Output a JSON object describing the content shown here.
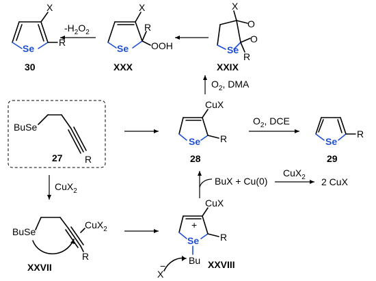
{
  "compounds": {
    "c30": {
      "label": "30",
      "x_sub": "X",
      "r_sub": "R",
      "se": "Se"
    },
    "cXXX": {
      "label": "XXX",
      "x_sub": "X",
      "r_sub": "R",
      "ooh": "OOH",
      "se": "Se"
    },
    "cXXIX": {
      "label": "XXIX",
      "x_sub": "X",
      "r_sub": "R",
      "o1": "O",
      "o2": "O",
      "se": "Se"
    },
    "c27": {
      "label": "27",
      "buse": "BuSe",
      "r_sub": "R"
    },
    "c28": {
      "label": "28",
      "cux": "CuX",
      "r_sub": "R",
      "se": "Se"
    },
    "c29": {
      "label": "29",
      "r_sub": "R",
      "se": "Se"
    },
    "cXXVII": {
      "label": "XXVII",
      "buse": "BuSe",
      "cux2": "CuX",
      "cux2_sub": "2",
      "r_sub": "R"
    },
    "cXXVIII": {
      "label": "XXVIII",
      "cux": "CuX",
      "r_sub": "R",
      "se": "Se",
      "plus": "+",
      "bu": "Bu",
      "x_minus": "X",
      "minus": "−"
    }
  },
  "reagents": {
    "minus_h2o2": "-H",
    "minus_h2o2_sub": "2",
    "minus_h2o2_o": "O",
    "minus_h2o2_sub2": "2",
    "o2_dma": "O",
    "o2_dma_sub": "2",
    "o2_dma_rest": ", DMA",
    "o2_dce": "O",
    "o2_dce_sub": "2",
    "o2_dce_rest": ", DCE",
    "cux2_a": "CuX",
    "cux2_a_sub": "2",
    "cux2_b": "CuX",
    "cux2_b_sub": "2",
    "bux_cu": "BuX + Cu(0)",
    "two_cux": "2 CuX"
  }
}
